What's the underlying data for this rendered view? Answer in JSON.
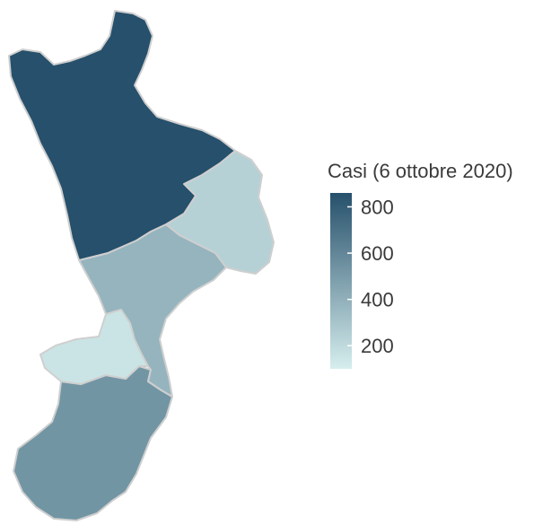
{
  "legend": {
    "title": "Casi (6 ottobre 2020)",
    "min": 100,
    "max": 860,
    "ticks": [
      {
        "value": 800,
        "label": "800"
      },
      {
        "value": 600,
        "label": "600"
      },
      {
        "value": 400,
        "label": "400"
      },
      {
        "value": 200,
        "label": "200"
      }
    ],
    "color_low": "#d6eeee",
    "color_high": "#26506b"
  },
  "map_data": {
    "type": "choropleth",
    "regions": [
      {
        "id": "cosenza",
        "value": 860
      },
      {
        "id": "crotone",
        "value": 240
      },
      {
        "id": "catanzaro",
        "value": 380
      },
      {
        "id": "vibo-valentia",
        "value": 150
      },
      {
        "id": "reggio-calabria",
        "value": 530
      }
    ],
    "border_color": "#cfcfcf"
  }
}
